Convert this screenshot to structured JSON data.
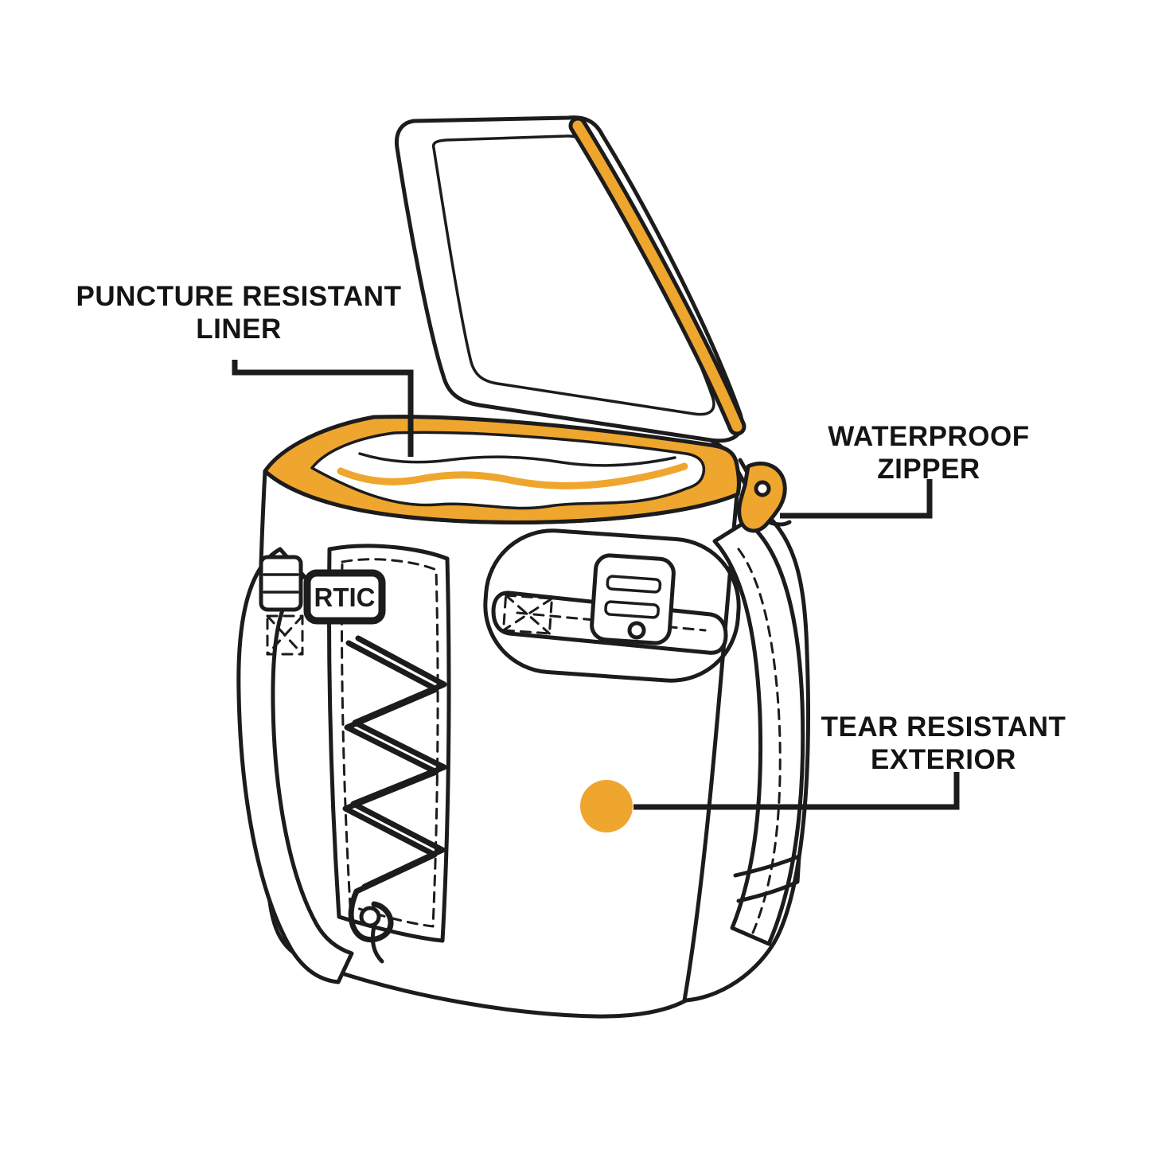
{
  "colors": {
    "accent": "#EFA62E",
    "ink": "#1C1C1C",
    "background": "#FFFFFF"
  },
  "product": {
    "brand": "RTIC"
  },
  "callouts": [
    {
      "id": "puncture-resistant-liner",
      "lines": [
        "PUNCTURE RESISTANT",
        "LINER"
      ]
    },
    {
      "id": "waterproof-zipper",
      "lines": [
        "WATERPROOF",
        "ZIPPER"
      ]
    },
    {
      "id": "tear-resistant-exterior",
      "lines": [
        "TEAR RESISTANT",
        "EXTERIOR"
      ]
    }
  ]
}
